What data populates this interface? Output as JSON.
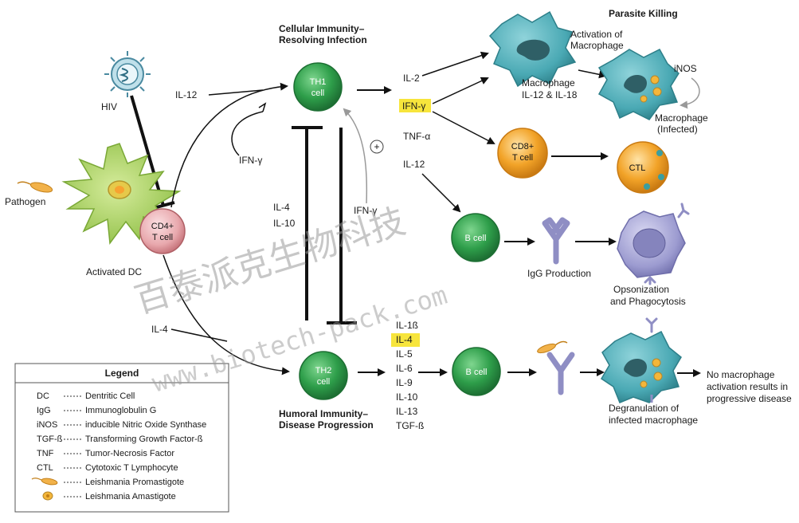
{
  "headers": {
    "parasite_killing": "Parasite Killing",
    "th1_title_1": "Cellular Immunity–",
    "th1_title_2": "Resolving Infection",
    "th2_title_1": "Humoral Immunity–",
    "th2_title_2": "Disease Progression"
  },
  "labels": {
    "hiv": "HIV",
    "pathogen": "Pathogen",
    "activated_dc": "Activated DC",
    "il12_left": "IL-12",
    "ifng_left": "IFN-γ",
    "il4_mid": "IL-4",
    "il10_mid": "IL-10",
    "ifng_mid": "IFN-γ",
    "plus": "+",
    "il4_left": "IL-4",
    "il2": "IL-2",
    "ifng_right": "IFN-γ",
    "tnfa": "TNF-α",
    "il12_right": "IL-12",
    "activation_1": "Activation of",
    "activation_2": "Macrophage",
    "macrophage_1": "Macrophage",
    "macrophage_2": "IL-12 & IL-18",
    "inos": "iNOS",
    "mac_inf_1": "Macrophage",
    "mac_inf_2": "(Infected)",
    "igg_prod": "IgG Production",
    "opson_1": "Opsonization",
    "opson_2": "and Phagocytosis",
    "degran_1": "Degranulation of",
    "degran_2": "infected macrophage",
    "nomac_1": "No macrophage",
    "nomac_2": "activation results in",
    "nomac_3": "progressive disease"
  },
  "cells": {
    "cd4_1": "CD4+",
    "cd4_2": "T cell",
    "th1_1": "TH1",
    "th1_2": "cell",
    "th2_1": "TH2",
    "th2_2": "cell",
    "cd8_1": "CD8+",
    "cd8_2": "T cell",
    "ctl": "CTL",
    "bcell_top": "B cell",
    "bcell_bottom": "B cell"
  },
  "th2_cytokines": [
    "IL-1ß",
    "IL-4",
    "IL-5",
    "IL-6",
    "IL-9",
    "IL-10",
    "IL-13",
    "TGF-ß"
  ],
  "legend": {
    "title": "Legend",
    "items": [
      {
        "abbr": "DC",
        "desc": "Dentritic Cell"
      },
      {
        "abbr": "IgG",
        "desc": "Immunoglobulin G"
      },
      {
        "abbr": "iNOS",
        "desc": "inducible Nitric Oxide Synthase"
      },
      {
        "abbr": "TGF-ß",
        "desc": "Transforming Growth Factor-ß"
      },
      {
        "abbr": "TNF",
        "desc": "Tumor-Necrosis Factor"
      },
      {
        "abbr": "CTL",
        "desc": "Cytotoxic T Lymphocyte"
      }
    ],
    "icon_items": [
      {
        "icon": "promastigote-icon",
        "desc": "Leishmania Promastigote"
      },
      {
        "icon": "amastigote-icon",
        "desc": "Leishmania Amastigote"
      }
    ]
  },
  "watermark": {
    "chinese": "百泰派克生物科技",
    "url": "www.biotech-pack.com"
  },
  "colors": {
    "th_green": "#2e9e4a",
    "macrophage_teal": "#4aa9b4",
    "cd8_orange": "#f2a328",
    "cd4_pink": "#e8a8ad",
    "dc_green": "#a9cf5a",
    "antibody_purple": "#8f8ec4",
    "highlight_yellow": "#f7e53c"
  }
}
